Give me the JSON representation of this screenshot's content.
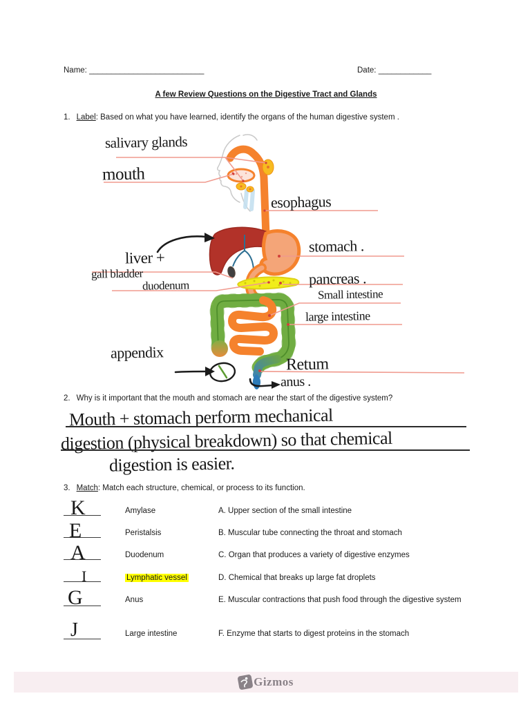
{
  "header": {
    "name_label": "Name:",
    "name_blank": "__________________________",
    "date_label": "Date:",
    "date_blank": "____________",
    "title": "A few Review Questions on the Digestive Tract and Glands"
  },
  "q1": {
    "number": "1.",
    "keyword": "Label",
    "text": ": Based on what you have learned, identify the organs of the human digestive system ."
  },
  "diagram": {
    "labels": {
      "salivary": "salivary glands",
      "mouth": "mouth",
      "esophagus": "esophagus",
      "stomach": "stomach .",
      "liver": "liver +",
      "gall": "gall bladder",
      "duodenum": "duodenum",
      "pancreas": "pancreas .",
      "small": "Small intestine",
      "large": "large intestine",
      "appendix": "appendix",
      "rectum": "Retum",
      "anus": "anus ."
    }
  },
  "q2": {
    "number": "2.",
    "text": "Why is it important that the mouth and stomach are near the start of the digestive system?",
    "answer_line1": "Mouth + stomach perform mechanical",
    "answer_line2": "digestion (physical breakdown) so that chemical",
    "answer_line3": "digestion is easier."
  },
  "q3": {
    "number": "3.",
    "keyword": "Match",
    "text": ": Match each structure, chemical, or process to its function.",
    "rows": [
      {
        "letter": "K",
        "term": "Amylase",
        "option": "A. Upper section of the small intestine",
        "highlighted": false
      },
      {
        "letter": "E",
        "term": "Peristalsis",
        "option": "B. Muscular tube connecting the throat and stomach",
        "highlighted": false
      },
      {
        "letter": "A",
        "term": "Duodenum",
        "option": "C. Organ that produces a variety of digestive enzymes",
        "highlighted": false
      },
      {
        "letter": "I",
        "term": "Lymphatic vessel",
        "option": "D. Chemical that breaks up large fat droplets",
        "highlighted": true
      },
      {
        "letter": "G",
        "term": "Anus",
        "option": "E. Muscular contractions that push food through the digestive system",
        "highlighted": false
      },
      {
        "letter": "J",
        "term": "Large intestine",
        "option": "F. Enzyme that starts to digest proteins in the stomach",
        "highlighted": false
      }
    ]
  },
  "footer": {
    "brand": "Gizmos"
  },
  "colors": {
    "text": "#1a1a1a",
    "label_line": "#f09a8e",
    "dot_red": "#d2413a",
    "orange": "#f5822d",
    "stomach_fill": "#f4a578",
    "liver": "#b23229",
    "pancreas": "#f1ed1b",
    "pancreas_edge": "#ddd216",
    "gland_yellow": "#f7bb20",
    "intestine_green": "#79b347",
    "intestine_vein": "#4e8e2b",
    "cecum_orange": "#e98a3b",
    "rectum_teal": "#4286a8",
    "anus_blue": "#2e7cb8",
    "trachea_blue": "#c5e0f0",
    "duct_blue": "#2d6f92",
    "head_gray": "#c9c9c9",
    "highlight": "#ffff00",
    "underline": "#2a2a2a",
    "footer_bg": "#f8eef1",
    "logo_gray": "#8a8288"
  }
}
